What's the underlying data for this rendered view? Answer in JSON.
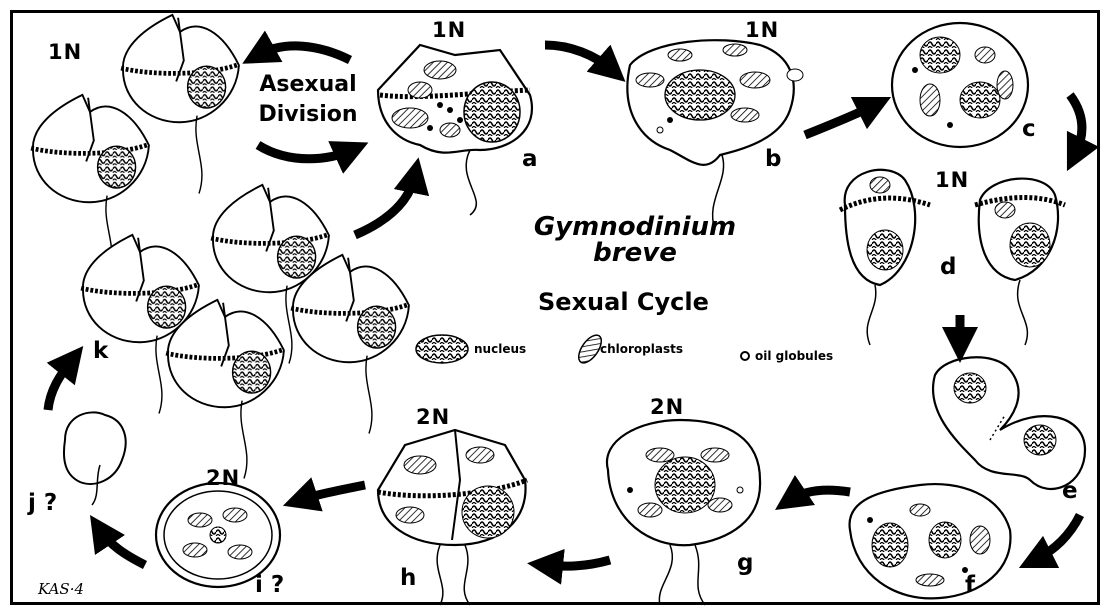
{
  "diagram": {
    "title_line1": "Gymnodinium",
    "title_line2": "breve",
    "subtitle": "Sexual Cycle",
    "asexual_label_line1": "Asexual",
    "asexual_label_line2": "Division",
    "ploidy": {
      "top_left": "1N",
      "a": "1N",
      "b": "1N",
      "d": "1N",
      "h": "2N",
      "g": "2N",
      "i": "2N"
    },
    "stages": {
      "a": "a",
      "b": "b",
      "c": "c",
      "d": "d",
      "e": "e",
      "f": "f",
      "g": "g",
      "h": "h",
      "i": "i ?",
      "j": "j ?",
      "k": "k"
    },
    "legend": {
      "nucleus": "nucleus",
      "chloroplasts": "chloroplasts",
      "oil_globules": "oil globules"
    },
    "signature": "KAS·4"
  }
}
